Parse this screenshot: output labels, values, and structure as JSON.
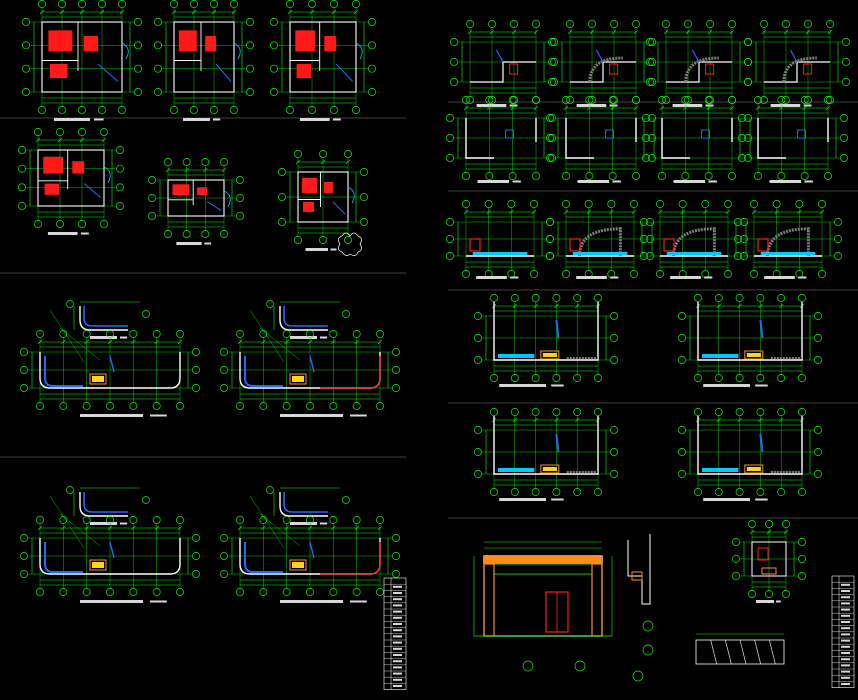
{
  "drawing": {
    "background": "#000000",
    "colors": {
      "dimension": "#00ff00",
      "wall": "#ffffff",
      "fixture_red": "#ff1a1a",
      "fixture_blue": "#1e6bff",
      "fixture_cyan": "#00c8ff",
      "fill_orange": "#ff8c1a",
      "fill_yellow": "#ffd21a",
      "divider": "#7f7f7f",
      "label": "#d8d8d8",
      "cloud_mark": "#ffffff"
    },
    "sheets": {
      "left": {
        "sections": [
          {
            "name": "small-plans-row-1",
            "plan_count": 3
          },
          {
            "name": "small-plans-row-2",
            "plan_count": 3
          },
          {
            "name": "curved-plans-row-1",
            "plan_count": 2
          },
          {
            "name": "curved-plans-row-2",
            "plan_count": 2
          }
        ],
        "legend_rows": 18
      },
      "right": {
        "sections": [
          {
            "name": "corner-plans-row-1",
            "plan_count": 4
          },
          {
            "name": "corner-plans-row-2",
            "plan_count": 4
          },
          {
            "name": "corner-plans-row-3",
            "plan_count": 4
          },
          {
            "name": "wide-plans-row-1",
            "plan_count": 2
          },
          {
            "name": "wide-plans-row-2",
            "plan_count": 2
          },
          {
            "name": "elevation-and-details",
            "plan_count": 4
          }
        ],
        "legend_rows": 18
      }
    }
  }
}
